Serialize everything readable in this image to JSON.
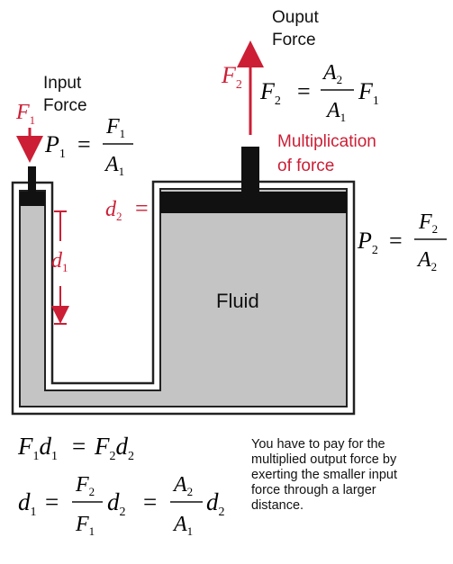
{
  "labels": {
    "output_force_line1": "Ouput",
    "output_force_line2": "Force",
    "input_force_line1": "Input",
    "input_force_line2": "Force",
    "multiplication_line1": "Multiplication",
    "multiplication_line2": "of force",
    "fluid": "Fluid"
  },
  "symbols": {
    "F": "F",
    "A": "A",
    "P": "P",
    "d": "d",
    "sub1": "1",
    "sub2": "2",
    "equals": "=",
    "equals_double": "="
  },
  "note": {
    "lines": [
      "You have to pay for the",
      "multiplied output force by",
      "exerting the smaller input",
      "force through a larger",
      "distance."
    ]
  },
  "colors": {
    "accent_red": "#cc1e35",
    "fluid_gray": "#c4c4c4",
    "piston_black": "#111111"
  }
}
